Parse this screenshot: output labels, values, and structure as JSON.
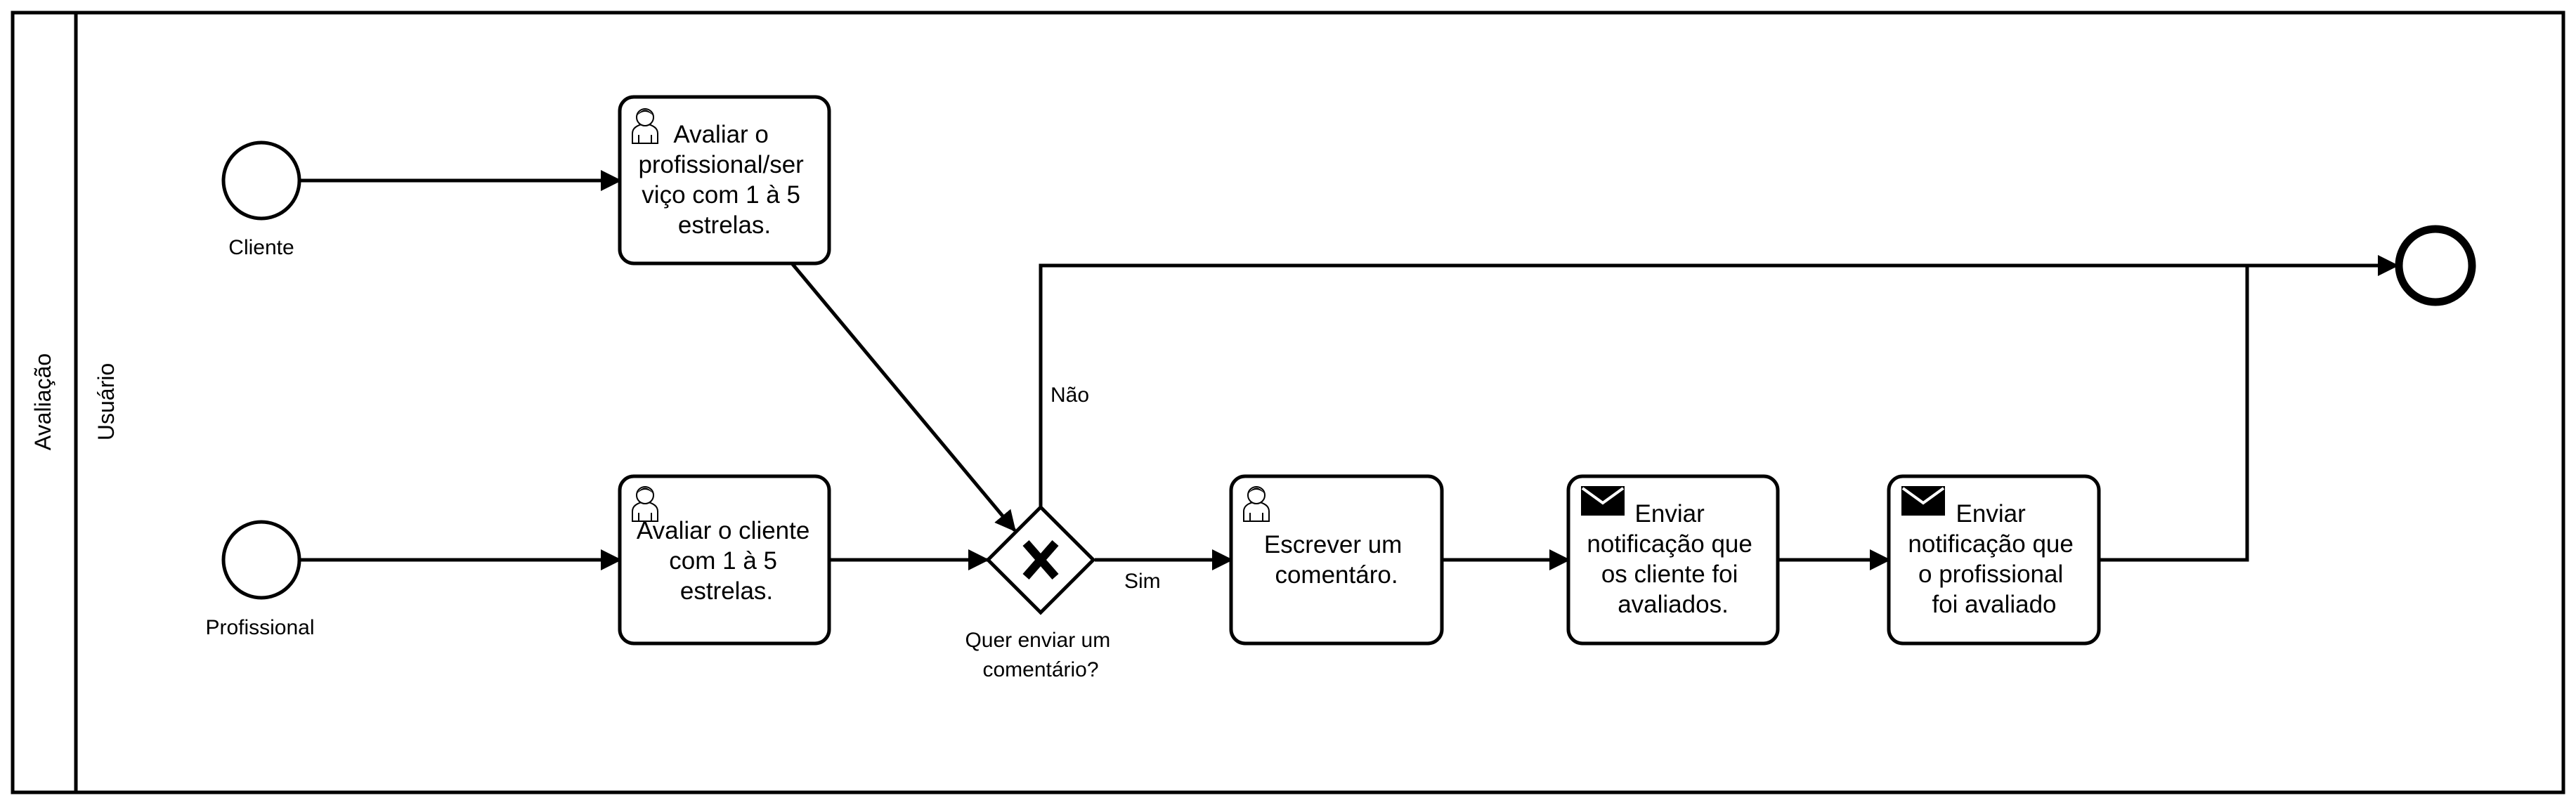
{
  "pool": {
    "label": "Avaliação"
  },
  "lane": {
    "label": "Usuário"
  },
  "events": {
    "start_cliente": {
      "label": "Cliente"
    },
    "start_profissional": {
      "label": "Profissional"
    }
  },
  "tasks": {
    "avaliar_profissional": {
      "lines": [
        "Avaliar o",
        "profissional/ser",
        "viço com 1 à 5",
        "estrelas."
      ],
      "icon": "user-task-icon"
    },
    "avaliar_cliente": {
      "lines": [
        "Avaliar o cliente",
        "com 1 à 5",
        "estrelas."
      ],
      "icon": "user-task-icon"
    },
    "escrever_comentario": {
      "lines": [
        "Escrever um",
        "comentáro."
      ],
      "icon": "user-task-icon"
    },
    "notificar_cliente": {
      "lines": [
        "Enviar",
        "notificação que",
        "os cliente foi",
        "avaliados."
      ],
      "icon": "envelope-icon"
    },
    "notificar_profissional": {
      "lines": [
        "Enviar",
        "notificação que",
        "o profissional",
        "foi avaliado"
      ],
      "icon": "envelope-icon"
    }
  },
  "gateway": {
    "lines": [
      "Quer enviar um",
      "comentário?"
    ],
    "yes_label": "Sim",
    "no_label": "Não"
  }
}
